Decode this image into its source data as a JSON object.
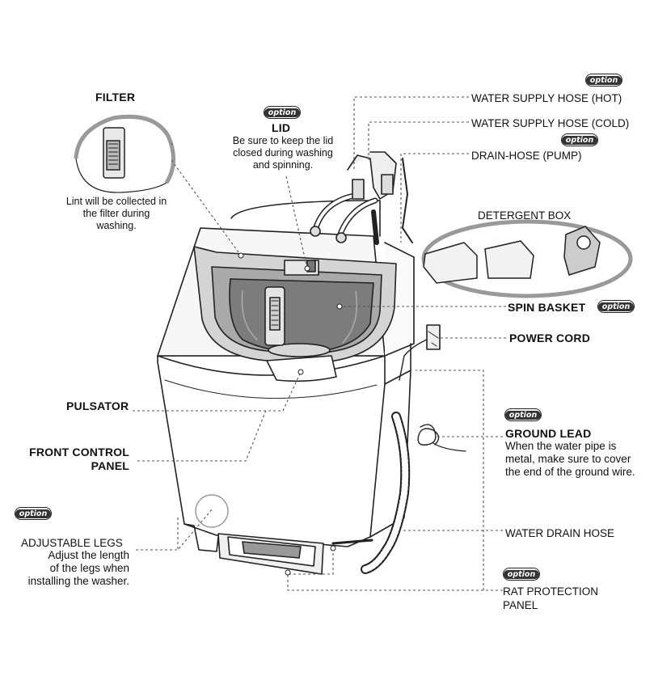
{
  "option_badge": "option",
  "labels": {
    "filter": "FILTER",
    "filter_note": [
      "Lint will be collected in",
      "the filter during",
      "washing."
    ],
    "lid": "LID",
    "lid_note": [
      "Be sure to keep the lid",
      "closed during washing",
      "and spinning."
    ],
    "water_hot": "WATER SUPPLY HOSE (HOT)",
    "water_cold": "WATER SUPPLY HOSE (COLD)",
    "drain_pump": "DRAIN-HOSE (PUMP)",
    "detergent_box": "DETERGENT BOX",
    "spin_basket": "SPIN BASKET",
    "power_cord": "POWER CORD",
    "pulsator": "PULSATOR",
    "front_panel": [
      "FRONT CONTROL",
      "PANEL"
    ],
    "ground_lead": "GROUND LEAD",
    "ground_note": [
      "When the water pipe is",
      "metal, make sure to cover",
      "the end of the ground wire."
    ],
    "adjustable_legs": "ADJUSTABLE LEGS",
    "legs_note": [
      "Adjust the length",
      "of the legs when",
      "installing the washer."
    ],
    "water_drain": "WATER DRAIN HOSE",
    "rat_panel": [
      "RAT PROTECTION",
      "PANEL"
    ]
  }
}
